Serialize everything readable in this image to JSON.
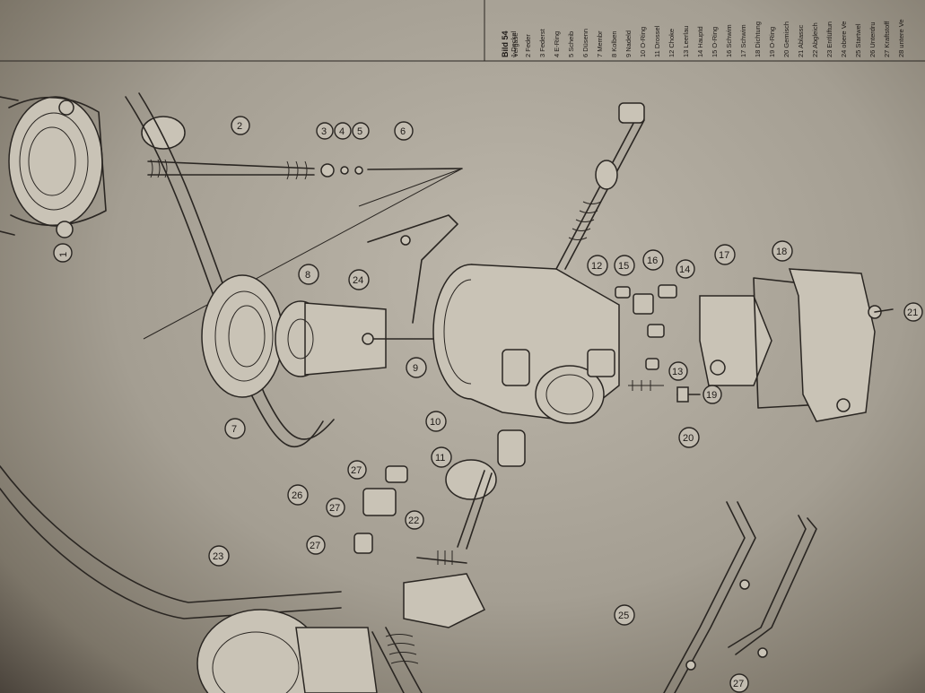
{
  "figure": {
    "heading": "Bild 54",
    "subheading": "Vergase",
    "legend": [
      "1 Deckel",
      "2 Feder",
      "3 Federst",
      "4 E-Ring",
      "5 Scheib",
      "6 Düsenn",
      "7 Membr",
      "8 Kolben",
      "9 Nadeld",
      "10 O-Ring",
      "11 Drossel",
      "12 Choke",
      "13 Leerlau",
      "14 Hauptd",
      "15 O-Ring",
      "16 Schwim",
      "17 Schwim",
      "18 Dichtung",
      "19 O-Ring",
      "20 Gemisch",
      "21 Ablassc",
      "22 Abgleich",
      "23 Entlüftun",
      "24 obere Ve",
      "25 Startwel",
      "26 Unterdru",
      "27 Kraftstoff",
      "28 untere Ve"
    ],
    "callouts": [
      "1",
      "2",
      "3",
      "4",
      "5",
      "6",
      "7",
      "8",
      "9",
      "10",
      "11",
      "12",
      "13",
      "14",
      "15",
      "16",
      "17",
      "18",
      "19",
      "20",
      "21",
      "22",
      "23",
      "24",
      "25",
      "26",
      "27",
      "27",
      "27",
      "27"
    ]
  }
}
